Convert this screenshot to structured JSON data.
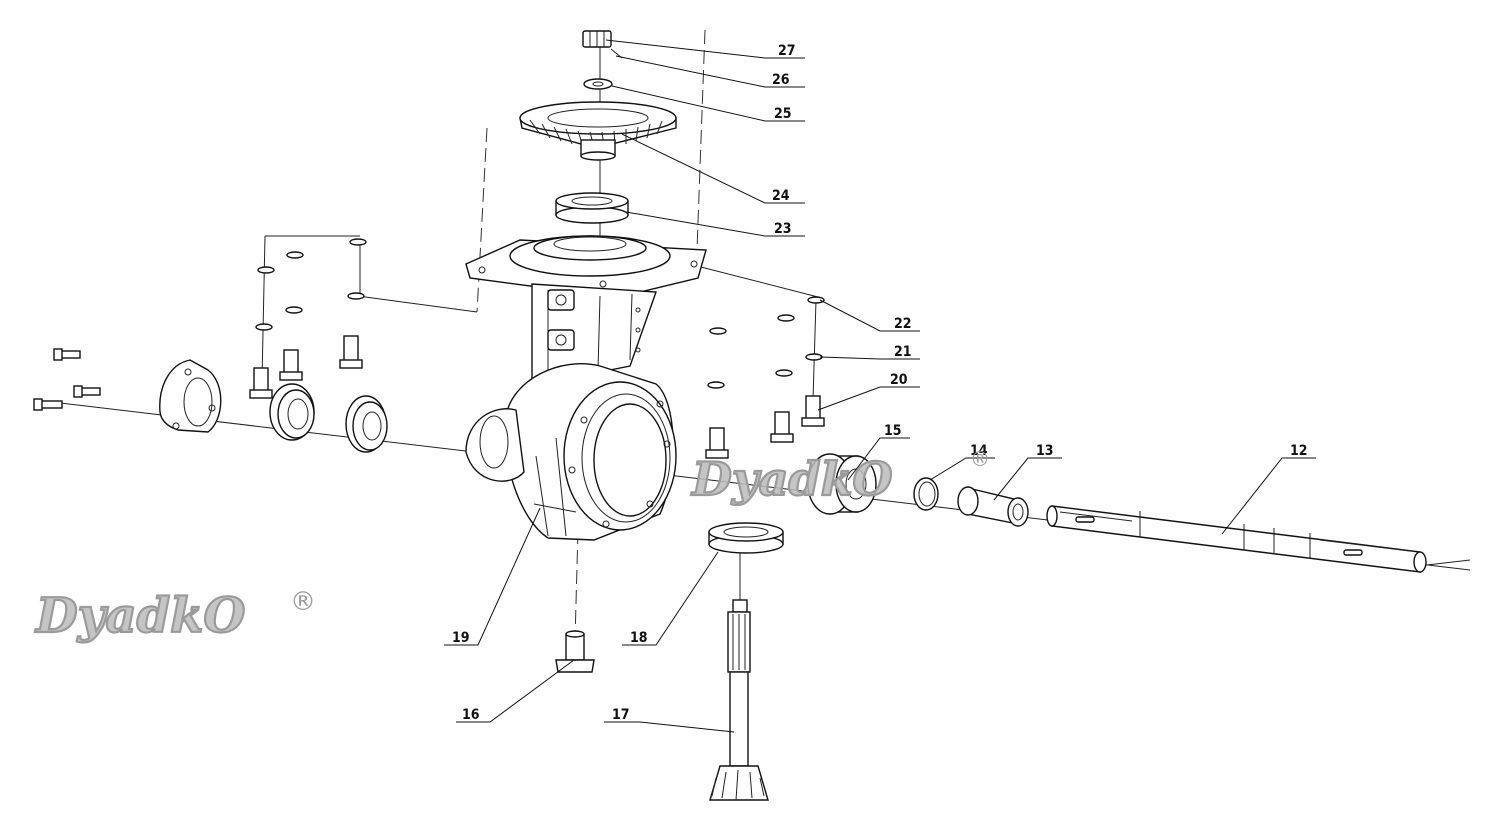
{
  "diagram": {
    "callouts": [
      "27",
      "26",
      "25",
      "24",
      "23",
      "22",
      "21",
      "20",
      "15",
      "14",
      "13",
      "12",
      "19",
      "18",
      "16",
      "17"
    ]
  },
  "watermarks": {
    "brand_text": "DyadkO",
    "registered_mark": "®"
  },
  "colors": {
    "line": "#111111",
    "watermark": "#9a9a9a",
    "background": "#ffffff"
  }
}
